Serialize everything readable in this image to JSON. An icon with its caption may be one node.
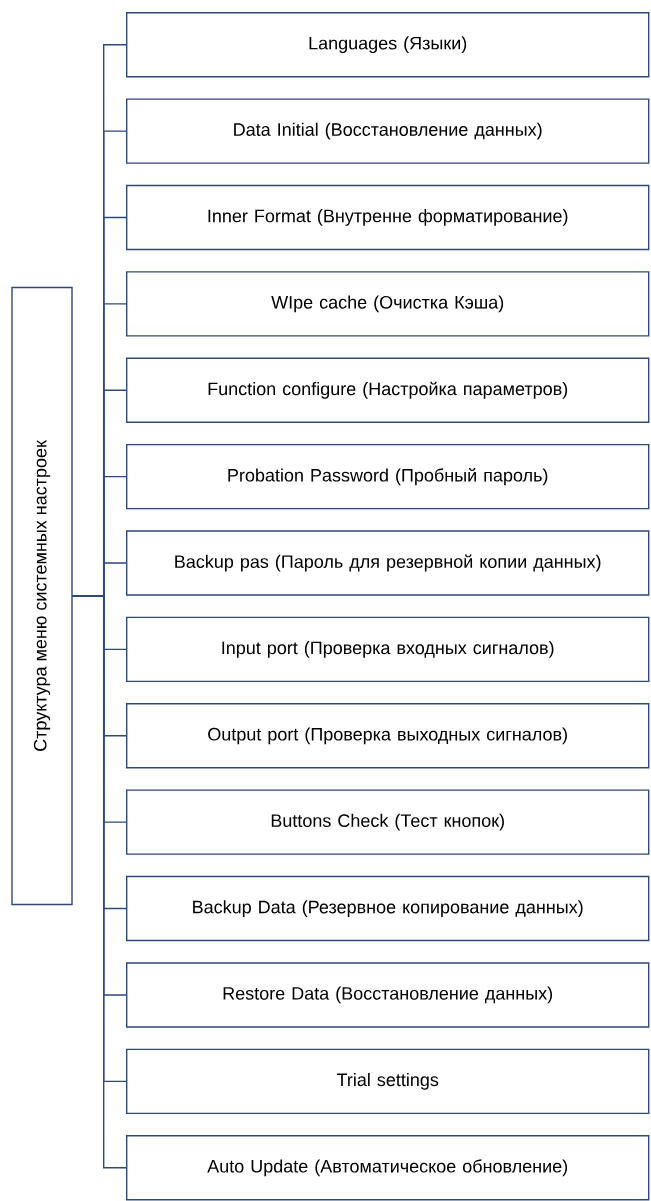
{
  "diagram": {
    "nodes": [
      {
        "text": [
          "Структура меню системных настроек"
        ]
      },
      {
        "text": [
          "Languages (Языки)"
        ]
      },
      {
        "text": [
          "Data Initial (Восстановление данных)"
        ]
      },
      {
        "text": [
          "Inner Format (Внутренне форматирование)"
        ]
      },
      {
        "text": [
          "WIpe cache (Очистка Кэша)"
        ]
      },
      {
        "text": [
          "Function configure (Настройка параметров)"
        ]
      },
      {
        "text": [
          "Probation Password (Пробный пароль)"
        ]
      },
      {
        "text": [
          "Backup pas (Пароль для резервной копии данных)"
        ]
      },
      {
        "text": [
          "Input port (Проверка входных сигналов)"
        ]
      },
      {
        "text": [
          "Output port (Проверка выходных сигналов)"
        ]
      },
      {
        "text": [
          "Buttons Check (Тест кнопок)"
        ]
      },
      {
        "text": [
          "Backup Data (Резервное копирование данных)"
        ]
      },
      {
        "text": [
          "Restore Data (Восстановление данных)"
        ]
      },
      {
        "text": [
          "Trial settings"
        ]
      },
      {
        "text": [
          "Auto Update (Автоматическое обновление)"
        ]
      }
    ],
    "edges": [
      {
        "from": 0,
        "to": 1,
        "arrow": "none"
      },
      {
        "from": 0,
        "to": 2,
        "arrow": "none"
      },
      {
        "from": 0,
        "to": 3,
        "arrow": "none"
      },
      {
        "from": 0,
        "to": 4,
        "arrow": "none"
      },
      {
        "from": 0,
        "to": 5,
        "arrow": "none"
      },
      {
        "from": 0,
        "to": 6,
        "arrow": "none"
      },
      {
        "from": 0,
        "to": 7,
        "arrow": "none"
      },
      {
        "from": 0,
        "to": 8,
        "arrow": "none"
      },
      {
        "from": 0,
        "to": 9,
        "arrow": "none"
      },
      {
        "from": 0,
        "to": 10,
        "arrow": "none"
      },
      {
        "from": 0,
        "to": 11,
        "arrow": "none"
      },
      {
        "from": 0,
        "to": 12,
        "arrow": "none"
      },
      {
        "from": 0,
        "to": 13,
        "arrow": "none"
      },
      {
        "from": 0,
        "to": 14,
        "arrow": "none"
      }
    ]
  }
}
